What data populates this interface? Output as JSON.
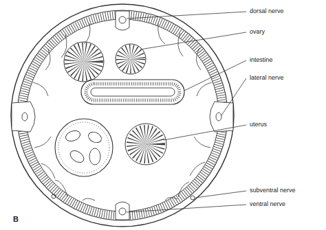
{
  "diagram": {
    "labels": [
      "dorsal nerve",
      "ovary",
      "intestine",
      "lateral nerve",
      "uterus",
      "subventral nerve",
      "ventral nerve",
      "B"
    ]
  }
}
